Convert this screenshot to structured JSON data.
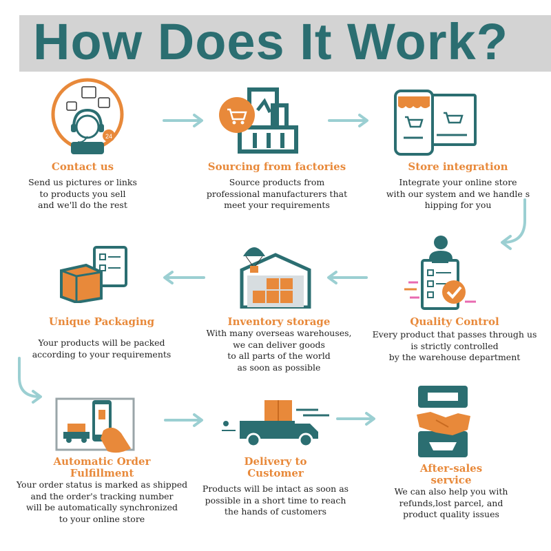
{
  "header": {
    "title": "How Does It Work?"
  },
  "colors": {
    "teal": "#2b6e71",
    "orange": "#e8893a",
    "arrow": "#9bcfd2",
    "banner": "#d3d3d3"
  },
  "steps": [
    {
      "title": "Contact us",
      "desc": "Send us pictures or links\nto products you sell\nand we'll do the rest",
      "icon": "customer-service-headset-icon"
    },
    {
      "title": "Sourcing from factories",
      "desc": "Source products from\nprofessional manufacturers that\nmeet your requirements",
      "icon": "factory-icon"
    },
    {
      "title": "Store integration",
      "desc": "Integrate your online store\nwith our system and we handle s\nhipping for you",
      "icon": "online-store-icon"
    },
    {
      "title": "Quality Control",
      "desc": "Every product that passes through us\nis strictly controlled\nby the warehouse department",
      "icon": "quality-check-icon"
    },
    {
      "title": "Inventory storage",
      "desc": "With many overseas warehouses,\nwe can deliver goods\nto all parts of the world\nas soon as possible",
      "icon": "warehouse-icon"
    },
    {
      "title": "Unique Packaging",
      "desc": "Your products will be packed\naccording to your requirements",
      "icon": "package-icon"
    },
    {
      "title": "Automatic Order\nFulfillment",
      "desc": "Your order status is marked as shipped\nand the order's tracking number\nwill be automatically synchronized\nto your online store",
      "icon": "mobile-order-icon"
    },
    {
      "title": "Delivery to\nCustomer",
      "desc": "Products will be intact as soon as\npossible in a short time to reach\nthe hands of customers",
      "icon": "delivery-truck-icon"
    },
    {
      "title": "After-sales\nservice",
      "desc": "We can also help you with\nrefunds,lost parcel, and\nproduct quality issues",
      "icon": "handshake-icon"
    }
  ]
}
